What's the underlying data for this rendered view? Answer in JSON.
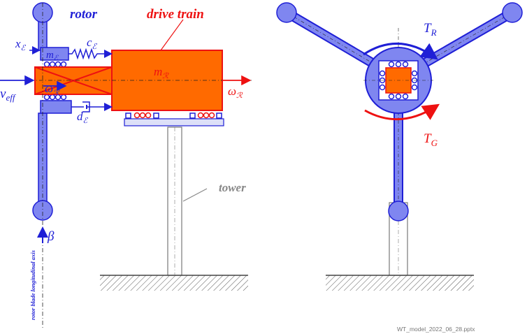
{
  "labels": {
    "rotor": "rotor",
    "drive_train": "drive train",
    "tower": "tower",
    "x_e": "x",
    "x_e_sub": "ℰ",
    "c_e": "c",
    "c_e_sub": "ℰ",
    "m_e": "m",
    "m_e_sub": "ℰ",
    "m_r": "m",
    "m_r_sub": "ℛ",
    "v_eff": "v",
    "v_eff_sub": "eff",
    "omega_r_left": "ω",
    "omega_r_left_sub": "ℛ",
    "omega_r_right": "ω",
    "omega_r_right_sub": "ℛ",
    "d_e": "d",
    "d_e_sub": "ℰ",
    "beta": "β",
    "blade_axis": "rotor blade longitudinal axis",
    "t_r": "T",
    "t_r_sub": "R",
    "t_g": "T",
    "t_g_sub": "G"
  },
  "footer": {
    "filename": "WT_model_2022_06_28.pptx"
  },
  "colors": {
    "blue": "#1f1fd6",
    "blade_fill": "#7f86f0",
    "blade_dark": "#2a2ae0",
    "orange": "#ff6a00",
    "red": "#ee1111",
    "gray": "#888888",
    "ground": "#555555"
  }
}
